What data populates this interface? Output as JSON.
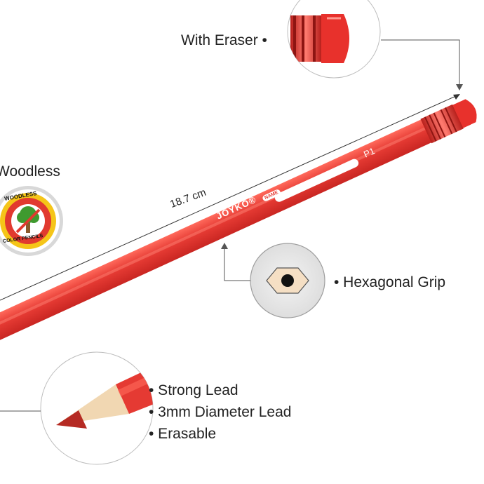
{
  "callouts": {
    "eraser": "With Eraser •",
    "woodless": "Woodless",
    "hexagonal": "• Hexagonal Grip",
    "lead": [
      "• Strong Lead",
      "• 3mm Diameter Lead",
      "• Erasable"
    ]
  },
  "measurement": "18.7 cm",
  "pencil": {
    "brand": "JOYKO®",
    "name_label": "NAME",
    "code": "P1",
    "color": "#e63b36"
  },
  "badge": {
    "top_text": "WOODLESS",
    "bottom_text": "COLOR PENCILS"
  }
}
